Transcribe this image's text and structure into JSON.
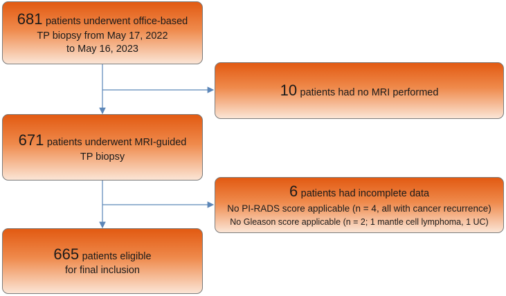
{
  "boxes": {
    "initial": {
      "count": "681",
      "line1_rest": "patients underwent office-based",
      "line2": "TP biopsy from May 17, 2022",
      "line3": "to May 16, 2023"
    },
    "no_mri": {
      "count": "10",
      "text": "patients had no MRI performed"
    },
    "mri_guided": {
      "count": "671",
      "line1_rest": "patients underwent MRI-guided",
      "line2": "TP biopsy"
    },
    "incomplete": {
      "count": "6",
      "title_rest": "patients had incomplete data",
      "detail1": "No PI-RADS score applicable (n = 4, all with cancer recurrence)",
      "detail2": "No Gleason score applicable (n = 2; 1 mantle cell lymphoma, 1 UC)"
    },
    "eligible": {
      "count": "665",
      "line1_rest": "patients eligible",
      "line2": "for final inclusion"
    }
  },
  "colors": {
    "box_top": "#e25a12",
    "box_bottom": "#fbe5d6",
    "border": "#7a7a7a",
    "arrow": "#5b86b8"
  }
}
